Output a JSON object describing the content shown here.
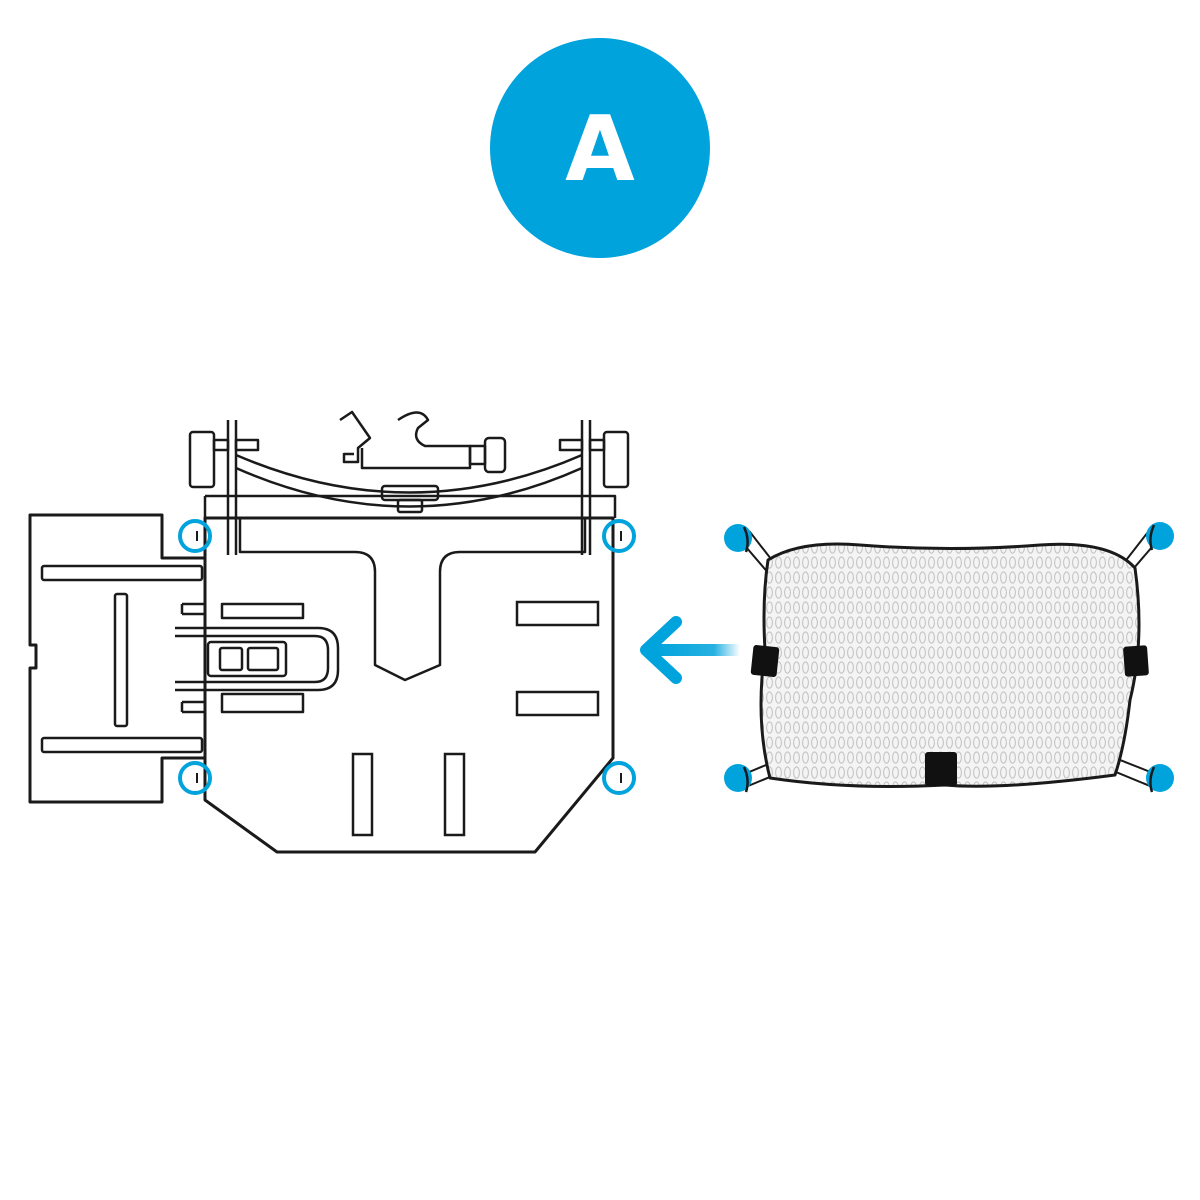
{
  "step": {
    "letter": "A"
  },
  "colors": {
    "accent": "#00a3dc",
    "line": "#1a1a1a",
    "net_fill": "#f2f2f2",
    "strap": "#111111"
  },
  "icons": {
    "badge": "step-letter-circle",
    "arrow": "left-arrow-icon",
    "attachment_points": "mount-hole-circle",
    "net_corners": "hook-end-icon"
  }
}
